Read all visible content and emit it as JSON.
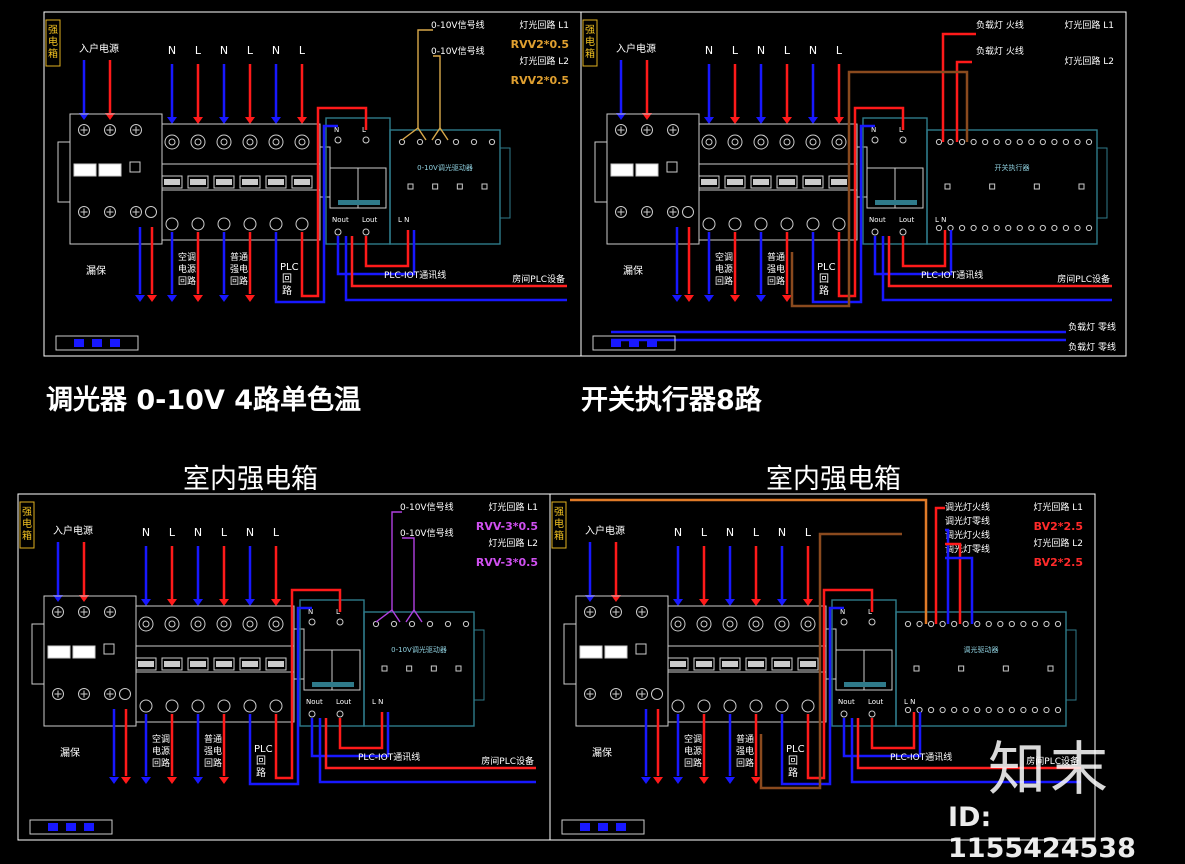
{
  "colors": {
    "neutral": "#1818ff",
    "live": "#ff1a1a",
    "signal": "#d8a84a",
    "signal_purple": "#b040e0",
    "ctl": "#ffffff",
    "plc": "#2020ff",
    "comm": "#ff2020",
    "brown": "#8a4a1e",
    "orange": "#e07b28",
    "frame": "#ffffff"
  },
  "section_titles": {
    "dimmer": "调光器 0-10V 4路单色温",
    "switch": "开关执行器8路"
  },
  "box_titles": {
    "bottom_left": "室内强电箱",
    "bottom_right": "室内强电箱"
  },
  "watermark": {
    "logo": "知末",
    "id": "ID: 1155424538"
  },
  "panels": [
    {
      "id": "tl",
      "tag": "强电箱",
      "incoming": "入户电源",
      "nl_labels": [
        "N",
        "L",
        "N",
        "L",
        "N",
        "L"
      ],
      "leakage": "漏保",
      "circuits": [
        "空调电源回路",
        "普通强电回路",
        "PLC回路"
      ],
      "signal_lines": [
        "0-10V信号线",
        "0-10V信号线"
      ],
      "loop_labels": [
        "灯光回路 L1",
        "灯光回路 L2"
      ],
      "cables": [
        "RVV2*0.5",
        "RVV2*0.5"
      ],
      "comm": "PLC-IOT通讯线",
      "room": "房间PLC设备",
      "module_text": "0-10V调光驱动器",
      "ctl_labels": [
        "N",
        "L",
        "Nout",
        "Lout",
        "L",
        "N"
      ],
      "extra": []
    },
    {
      "id": "tr",
      "tag": "强电箱",
      "incoming": "入户电源",
      "nl_labels": [
        "N",
        "L",
        "N",
        "L",
        "N",
        "L"
      ],
      "leakage": "漏保",
      "circuits": [
        "空调电源回路",
        "普通强电回路",
        "PLC回路"
      ],
      "signal_lines": [
        "负载灯 火线",
        "负载灯 火线"
      ],
      "loop_labels": [
        "灯光回路 L1",
        "灯光回路 L2"
      ],
      "cables": [],
      "comm": "PLC-IOT通讯线",
      "room": "房间PLC设备",
      "module_text": "开关执行器",
      "ctl_labels": [
        "N",
        "L",
        "Nout",
        "Lout",
        "L",
        "N"
      ],
      "extra": [
        "负载灯 零线",
        "负载灯 零线"
      ]
    },
    {
      "id": "bl",
      "tag": "强电箱",
      "incoming": "入户电源",
      "nl_labels": [
        "N",
        "L",
        "N",
        "L",
        "N",
        "L"
      ],
      "leakage": "漏保",
      "circuits": [
        "空调电源回路",
        "普通强电回路",
        "PLC回路"
      ],
      "signal_lines": [
        "0-10V信号线",
        "0-10V信号线"
      ],
      "loop_labels": [
        "灯光回路 L1",
        "灯光回路 L2"
      ],
      "cables": [
        "RVV-3*0.5",
        "RVV-3*0.5"
      ],
      "comm": "PLC-IOT通讯线",
      "room": "房间PLC设备",
      "module_text": "0-10V调光驱动器",
      "ctl_labels": [
        "N",
        "L",
        "Nout",
        "Lout",
        "L",
        "N"
      ],
      "extra": []
    },
    {
      "id": "br",
      "tag": "强电箱",
      "incoming": "入户电源",
      "nl_labels": [
        "N",
        "L",
        "N",
        "L",
        "N",
        "L"
      ],
      "leakage": "漏保",
      "circuits": [
        "空调电源回路",
        "普通强电回路",
        "PLC回路"
      ],
      "signal_lines": [
        "调光灯火线",
        "调光灯零线",
        "调光灯火线",
        "调光灯零线"
      ],
      "loop_labels": [
        "灯光回路 L1",
        "灯光回路 L2"
      ],
      "cables": [
        "BV2*2.5",
        "BV2*2.5"
      ],
      "comm": "PLC-IOT通讯线",
      "room": "房间PLC设备",
      "module_text": "调光驱动器",
      "ctl_labels": [
        "N",
        "L",
        "Nout",
        "Lout",
        "L",
        "N"
      ],
      "extra": []
    }
  ]
}
